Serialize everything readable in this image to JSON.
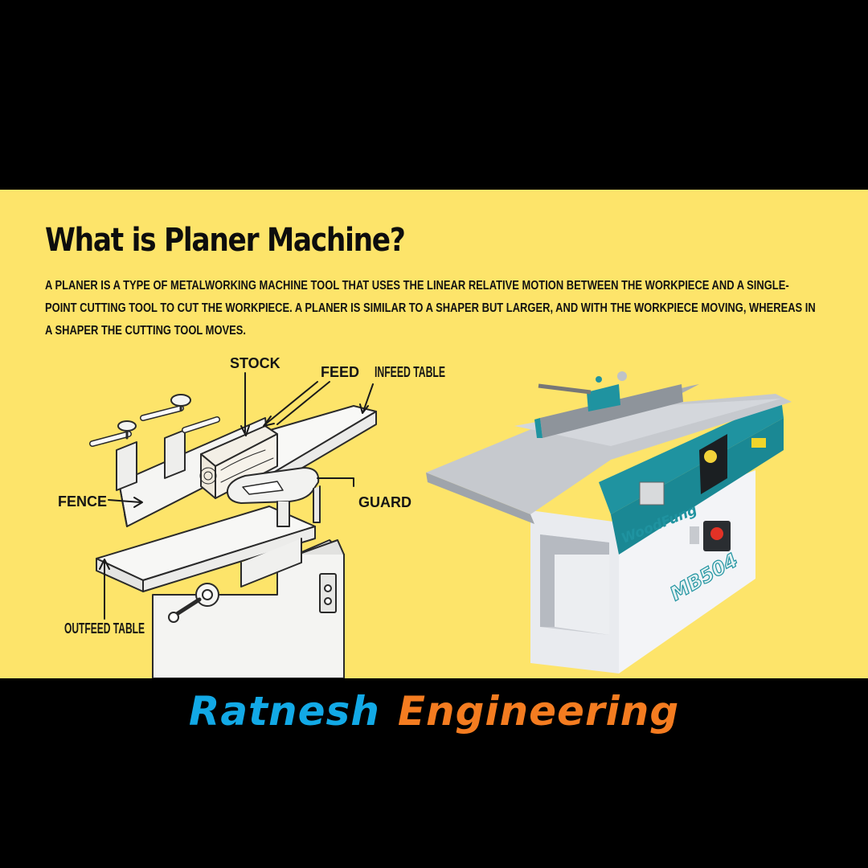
{
  "title": "What is Planer Machine?",
  "description": "A planer is a type of metalworking machine tool that uses the linear relative motion between the workpiece and a single-point cutting tool to cut the workpiece. A planer is similar to a shaper but larger, and with the workpiece moving, whereas in a shaper the cutting tool moves.",
  "diagram": {
    "labels": {
      "stock": "STOCK",
      "feed": "FEED",
      "infeed_table": "INFEED TABLE",
      "fence": "FENCE",
      "guard": "GUARD",
      "outfeed_table": "OUTFEED TABLE"
    }
  },
  "photo": {
    "brand_plate": "WoodFung",
    "model": "MB504"
  },
  "footer": {
    "brand_first": "Ratnesh",
    "brand_second": "Engineering"
  },
  "colors": {
    "background": "#000000",
    "panel": "#fde46a",
    "brand_first": "#12a9e6",
    "brand_second": "#f47c20",
    "machine_teal": "#1f93a0"
  }
}
